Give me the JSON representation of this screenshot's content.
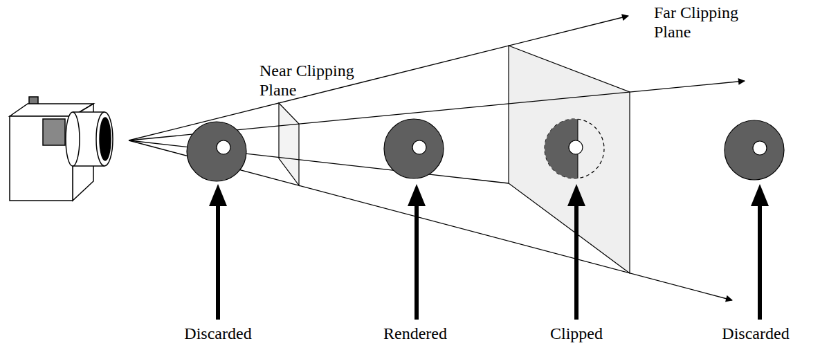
{
  "diagram": {
    "labels": [
      "Near Clipping Plane",
      "Far Clipping Plane",
      "Discarded",
      "Rendered",
      "Clipped",
      "Discarded"
    ]
  }
}
